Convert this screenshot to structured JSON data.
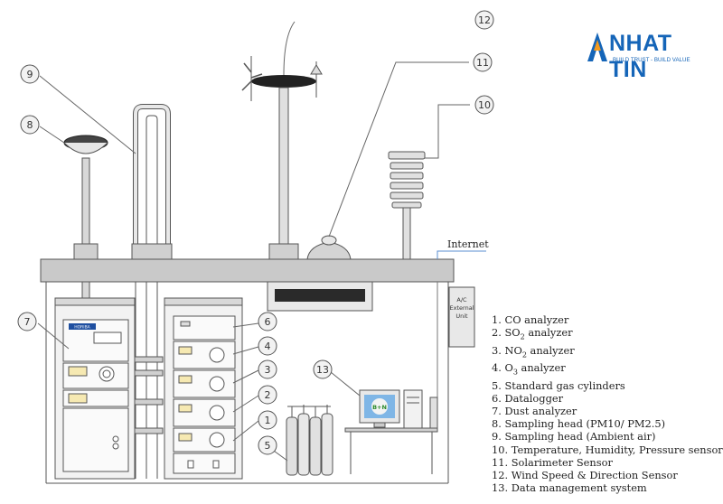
{
  "logo": {
    "name": "NHAT TIN",
    "tagline": "BUILD TRUST - BUILD VALUE"
  },
  "internet_label": "Internet",
  "ac_unit_label": [
    "A/C",
    "External",
    "Unit"
  ],
  "analyzer_brand": "HORIBA",
  "pc_screen_text": "B+N",
  "callouts": [
    "1",
    "2",
    "3",
    "4",
    "5",
    "6",
    "7",
    "8",
    "9",
    "10",
    "11",
    "12",
    "13"
  ],
  "legend": [
    {
      "num": "1.",
      "pre": "CO analyzer",
      "sub": "",
      "post": ""
    },
    {
      "num": "2.",
      "pre": "SO",
      "sub": "2",
      "post": " analyzer"
    },
    {
      "num": "3.",
      "pre": "NO",
      "sub": "2",
      "post": " analyzer"
    },
    {
      "num": "4.",
      "pre": "O",
      "sub": "3",
      "post": " analyzer"
    },
    {
      "num": "5.",
      "pre": "Standard gas cylinders",
      "sub": "",
      "post": ""
    },
    {
      "num": "6.",
      "pre": "Datalogger",
      "sub": "",
      "post": ""
    },
    {
      "num": "7.",
      "pre": "Dust analyzer",
      "sub": "",
      "post": ""
    },
    {
      "num": "8.",
      "pre": "Sampling head (PM10/ PM2.5)",
      "sub": "",
      "post": ""
    },
    {
      "num": "9.",
      "pre": "Sampling head (Ambient air)",
      "sub": "",
      "post": ""
    },
    {
      "num": "10.",
      "pre": "Temperature, Humidity, Pressure sensor",
      "sub": "",
      "post": ""
    },
    {
      "num": "11.",
      "pre": "Solarimeter Sensor",
      "sub": "",
      "post": ""
    },
    {
      "num": "12.",
      "pre": "Wind Speed & Direction Sensor",
      "sub": "",
      "post": ""
    },
    {
      "num": "13.",
      "pre": "Data management system",
      "sub": "",
      "post": ""
    }
  ],
  "colors": {
    "logo_blue": "#1565b8",
    "logo_orange": "#f39a1e",
    "line": "#555555",
    "gray_fill": "#c9c9c9",
    "light_fill": "#e6e6e6",
    "ac_vent": "#2a2a2a",
    "internet_line": "#5b8fd0"
  }
}
